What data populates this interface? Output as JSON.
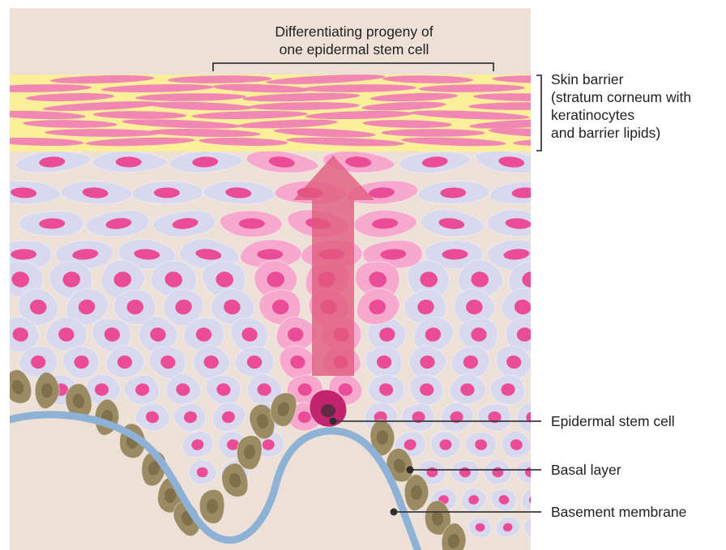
{
  "top_caption": {
    "line1": "Differentiating progeny of",
    "line2": "one epidermal stem cell"
  },
  "labels": {
    "skin_barrier": {
      "line1": "Skin barrier",
      "line2": "(stratum corneum with",
      "line3": "keratinocytes",
      "line4": "and barrier lipids)"
    },
    "stem_cell": "Epidermal stem cell",
    "basal_layer": "Basal layer",
    "basement_membrane": "Basement membrane"
  },
  "colors": {
    "background": "#ede0d7",
    "barrier_lipid_yellow": "#fbef9a",
    "keratinocyte_pink": "#f07fb6",
    "progeny_cell_pink": "#f6a9cd",
    "other_cell_lavender": "#d8d8ef",
    "nucleus_magenta": "#ea4c97",
    "basal_cell_olive": "#9c8a63",
    "basal_nucleus": "#7f6f4b",
    "membrane_blue": "#8eb1d6",
    "stem_cell_dark": "#c3246f",
    "arrow_red": "#e05a7e"
  },
  "icons": {
    "differentiation_arrow": "up-arrow-icon"
  }
}
